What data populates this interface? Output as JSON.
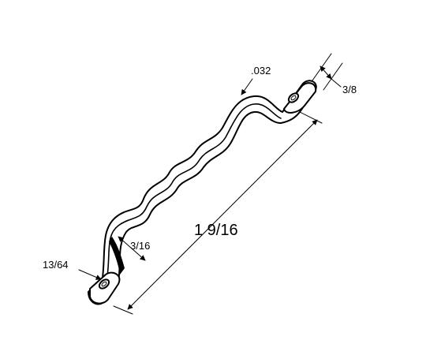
{
  "labels": {
    "thickness": ".032",
    "width": "3/8",
    "length": "1 9/16",
    "height": "3/16",
    "hole": "13/64"
  }
}
